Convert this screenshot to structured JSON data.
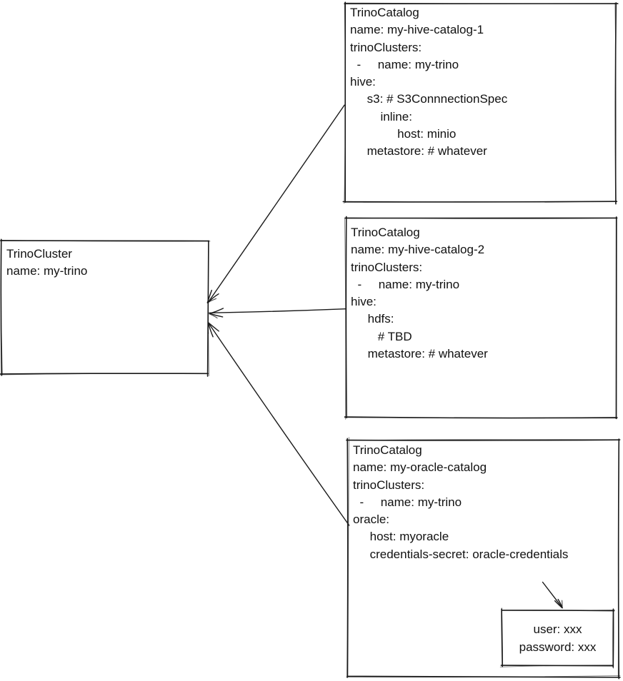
{
  "diagram": {
    "colors": {
      "stroke": "#1a1a1a",
      "text": "#111111",
      "background": "#ffffff"
    },
    "cluster": {
      "kind": "TrinoCluster",
      "lines": [
        "TrinoCluster",
        "name: my-trino"
      ]
    },
    "catalogs": [
      {
        "kind": "TrinoCatalog",
        "lines": [
          "TrinoCatalog",
          "name: my-hive-catalog-1",
          "trinoClusters:",
          "  -     name: my-trino",
          "hive:",
          "     s3: # S3ConnnectionSpec",
          "         inline:",
          "              host: minio",
          "     metastore: # whatever"
        ]
      },
      {
        "kind": "TrinoCatalog",
        "lines": [
          "TrinoCatalog",
          "name: my-hive-catalog-2",
          "trinoClusters:",
          "  -     name: my-trino",
          "hive:",
          "     hdfs:",
          "        # TBD",
          "     metastore: # whatever"
        ]
      },
      {
        "kind": "TrinoCatalog",
        "lines": [
          "TrinoCatalog",
          "name: my-oracle-catalog",
          "trinoClusters:",
          "  -     name: my-trino",
          "oracle:",
          "     host: myoracle",
          "     credentials-secret: oracle-credentials"
        ]
      }
    ],
    "secret": {
      "lines": [
        "user: xxx",
        "password: xxx"
      ]
    }
  }
}
